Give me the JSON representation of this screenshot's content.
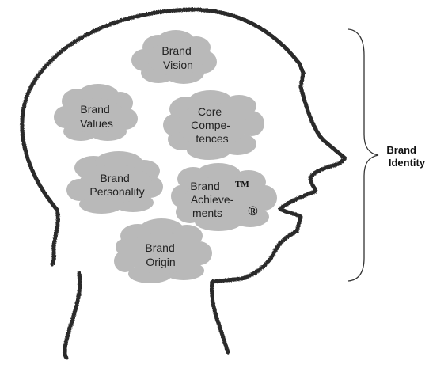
{
  "colors": {
    "background": "#ffffff",
    "cloud_fill": "#b9b9b9",
    "outline": "#2a2a2a",
    "text": "#222222"
  },
  "clouds": [
    {
      "id": "vision",
      "lines": [
        "Brand",
        "Vision"
      ]
    },
    {
      "id": "values",
      "lines": [
        "Brand",
        "Values"
      ]
    },
    {
      "id": "core",
      "lines": [
        "Core",
        "Compe-",
        "tences"
      ]
    },
    {
      "id": "personality",
      "lines": [
        "Brand",
        "Personality"
      ]
    },
    {
      "id": "achievements",
      "lines": [
        "Brand",
        "Achieve-",
        "ments"
      ]
    },
    {
      "id": "origin",
      "lines": [
        "Brand",
        "Origin"
      ]
    }
  ],
  "marks": {
    "trademark": "TM",
    "registered": "®"
  },
  "bracket_label": [
    "Brand",
    "Identity"
  ]
}
